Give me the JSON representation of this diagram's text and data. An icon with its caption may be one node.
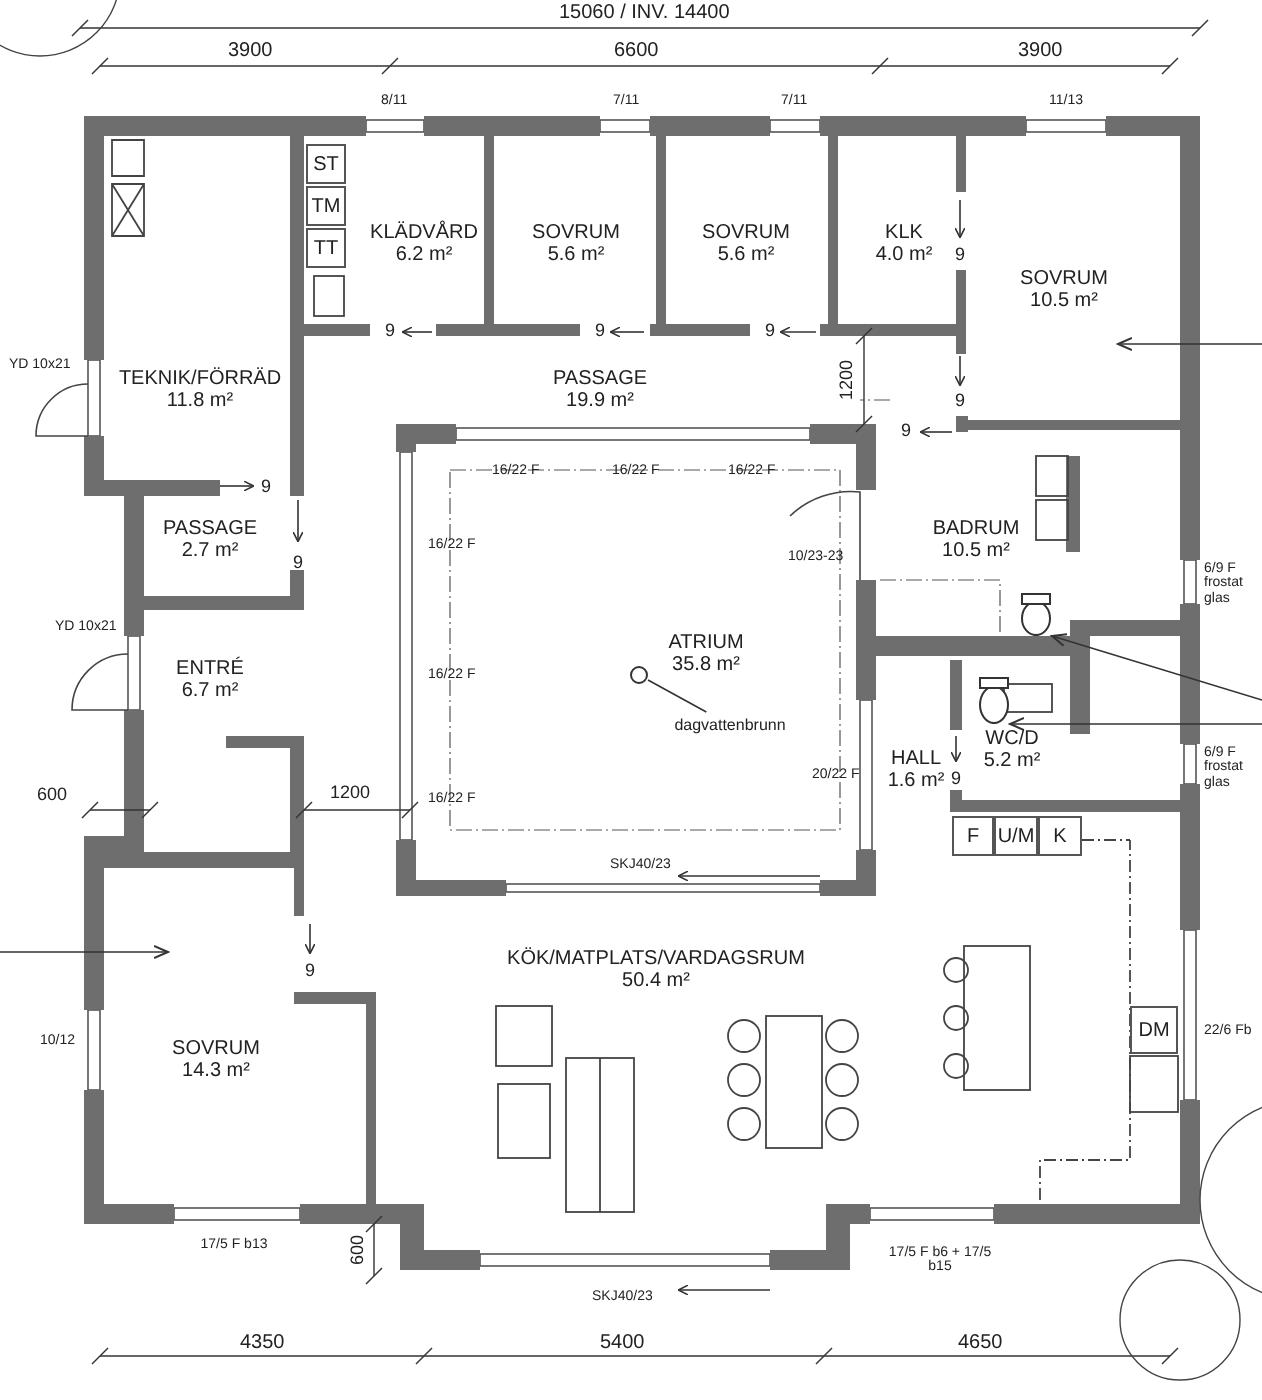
{
  "diagram": {
    "nodes": [
      {
        "text": [
          "TEKNIK/FÖRRÄD",
          "11.8 m²"
        ]
      },
      {
        "text": [
          "KLÄDVÅRD",
          "6.2 m²"
        ]
      },
      {
        "text": [
          "ST"
        ],
        "in": 1
      },
      {
        "text": [
          "TM"
        ],
        "in": 1
      },
      {
        "text": [
          "TT"
        ],
        "in": 1
      },
      {
        "text": [
          "SOVRUM",
          "5.6 m²"
        ]
      },
      {
        "text": [
          "SOVRUM",
          "5.6 m²"
        ]
      },
      {
        "text": [
          "KLK",
          "4.0 m²"
        ]
      },
      {
        "text": [
          "SOVRUM",
          "10.5 m²"
        ]
      },
      {
        "text": [
          "PASSAGE",
          "19.9 m²"
        ]
      },
      {
        "text": [
          "PASSAGE",
          "2.7 m²"
        ]
      },
      {
        "text": [
          "ENTRÉ",
          "6.7 m²"
        ]
      },
      {
        "text": [
          "ATRIUM",
          "35.8 m²"
        ]
      },
      {
        "text": [],
        "shape": "circle",
        "in": 12
      },
      {
        "text": [
          "dagvattenbrunn"
        ],
        "in": 12
      },
      {
        "text": [
          "BADRUM",
          "10.5 m²"
        ]
      },
      {
        "text": [],
        "shape": "toilet",
        "in": 15
      },
      {
        "text": [
          "HALL",
          "1.6 m²"
        ]
      },
      {
        "text": [
          "WC/D",
          "5.2 m²"
        ]
      },
      {
        "text": [],
        "shape": "toilet",
        "in": 18
      },
      {
        "text": [
          "SOVRUM",
          "14.3 m²"
        ]
      },
      {
        "text": [
          "KÖK/MATPLATS/VARDAGSRUM",
          "50.4 m²"
        ]
      },
      {
        "text": [
          "F"
        ]
      },
      {
        "text": [
          "U/M"
        ]
      },
      {
        "text": [
          "K"
        ]
      },
      {
        "text": [
          "DM"
        ],
        "in": 21
      }
    ],
    "edges": [
      {
        "from": 14,
        "to": 13,
        "arrow": "none"
      },
      {
        "from": null,
        "to": 16,
        "arrow": "to"
      },
      {
        "from": null,
        "to": 19,
        "arrow": "to"
      },
      {
        "from": null,
        "to": 8,
        "arrow": "to"
      },
      {
        "from": null,
        "to": 20,
        "arrow": "to"
      }
    ],
    "labels": [
      "15060 / INV. 14400",
      "3900",
      "6600",
      "3900",
      "8/11",
      "7/11",
      "7/11",
      "11/13",
      "9",
      "9",
      "9",
      "9",
      "YD 10x21",
      "9",
      "1200",
      "9",
      "16/22 F",
      "16/22 F",
      "16/22 F",
      "9",
      "10/23-23",
      "9",
      "6/9 F frostat glas",
      "16/22 F",
      "YD 10x21",
      "16/22 F",
      "16/22 F",
      "6/9 F frostat glas",
      "20/22 F",
      "9",
      "600",
      "1200",
      "SKJ40/23",
      "9",
      "10/12",
      "22/6 Fb",
      "17/5 F b13",
      "600",
      "17/5 F b6 + 17/5 b15",
      "SKJ40/23",
      "4350",
      "5400",
      "4650"
    ]
  }
}
